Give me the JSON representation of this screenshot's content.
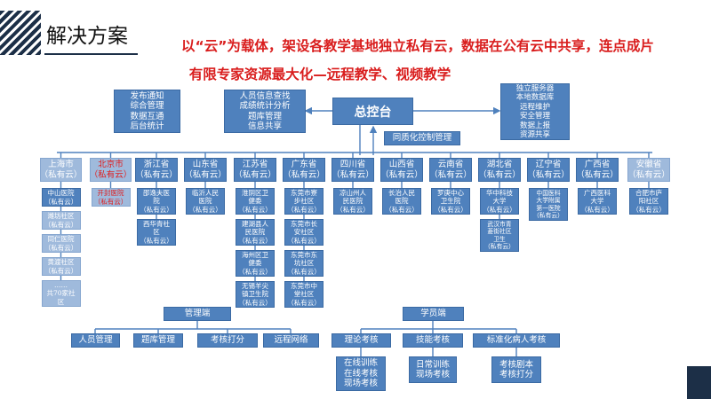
{
  "header": {
    "title": "解决方案",
    "headline_line1": "以“云”为载体，架设各教学基地独立私有云，数据在公有云中共享，连点成片",
    "headline_line2": "有限专家资源最大化—远程教学、视频教学"
  },
  "center": {
    "label": "总控台",
    "sub": "同质化控制管理"
  },
  "top_boxes": [
    {
      "lines": [
        "发布通知",
        "综合管理",
        "数据互通",
        "后台统计"
      ]
    },
    {
      "lines": [
        "人员信息查找",
        "成绩统计分析",
        "题库管理",
        "信息共享"
      ]
    },
    {
      "lines": [
        "独立服务器",
        "本地数据库",
        "远程维护",
        "安全管理",
        "数据上报",
        "资源共享"
      ]
    }
  ],
  "provinces": [
    {
      "lines": [
        "上海市",
        "（私有云）"
      ],
      "pale": true
    },
    {
      "lines": [
        "北京市",
        "（私有云）"
      ],
      "pale": true,
      "red": true
    },
    {
      "lines": [
        "浙江省",
        "（私有云）"
      ]
    },
    {
      "lines": [
        "山东省",
        "（私有云）"
      ]
    },
    {
      "lines": [
        "江苏省",
        "（私有云）"
      ]
    },
    {
      "lines": [
        "广东省",
        "（私有云）"
      ]
    },
    {
      "lines": [
        "四川省",
        "（私有云）"
      ]
    },
    {
      "lines": [
        "山西省",
        "（私有云）"
      ]
    },
    {
      "lines": [
        "云南省",
        "（私有云）"
      ]
    },
    {
      "lines": [
        "湖北省",
        "（私有云）"
      ]
    },
    {
      "lines": [
        "辽宁省",
        "（私有云）"
      ]
    },
    {
      "lines": [
        "广西省",
        "（私有云）"
      ]
    },
    {
      "lines": [
        "安徽省",
        "（私有云）"
      ],
      "pale": true
    }
  ],
  "subs": [
    {
      "col": 0,
      "boxes": [
        {
          "lines": [
            "中山医院",
            "（私有云）"
          ]
        },
        {
          "lines": [
            "潍坊社区",
            "（私有云）"
          ],
          "pale": true
        },
        {
          "lines": [
            "同仁医院",
            "（私有云）"
          ],
          "pale": true
        },
        {
          "lines": [
            "黄渡社区",
            "（私有云）"
          ],
          "pale": true
        },
        {
          "lines": [
            "……",
            "共70家社",
            "区"
          ],
          "pale": true
        }
      ]
    },
    {
      "col": 1,
      "boxes": [
        {
          "lines": [
            "开封医院",
            "（私有云）"
          ],
          "pale": true,
          "red": true
        }
      ]
    },
    {
      "col": 2,
      "boxes": [
        {
          "lines": [
            "邵逸夫医",
            "院",
            "（私有云）"
          ]
        },
        {
          "lines": [
            "西华青社",
            "区",
            "（私有云）"
          ]
        }
      ]
    },
    {
      "col": 3,
      "boxes": [
        {
          "lines": [
            "临沂人民",
            "医院",
            "（私有云）"
          ]
        }
      ]
    },
    {
      "col": 4,
      "boxes": [
        {
          "lines": [
            "淮阴区卫",
            "健委",
            "（私有云）"
          ]
        },
        {
          "lines": [
            "建湖县人",
            "民医院",
            "（私有云）"
          ]
        },
        {
          "lines": [
            "海州区卫",
            "健委",
            "（私有云）"
          ]
        },
        {
          "lines": [
            "无锡羊尖",
            "镇卫生院",
            "（私有云）"
          ]
        }
      ]
    },
    {
      "col": 5,
      "boxes": [
        {
          "lines": [
            "东莞市寮",
            "步社区",
            "（私有云）"
          ]
        },
        {
          "lines": [
            "东莞市长",
            "安社区",
            "（私有云）"
          ]
        },
        {
          "lines": [
            "东莞市东",
            "坑社区",
            "（私有云）"
          ]
        },
        {
          "lines": [
            "东莞市中",
            "堂社区",
            "（私有云）"
          ]
        }
      ]
    },
    {
      "col": 6,
      "boxes": [
        {
          "lines": [
            "凉山州人",
            "民医院",
            "（私有云）"
          ]
        }
      ]
    },
    {
      "col": 7,
      "boxes": [
        {
          "lines": [
            "长治人民",
            "医院",
            "（私有云）"
          ]
        }
      ]
    },
    {
      "col": 8,
      "boxes": [
        {
          "lines": [
            "罗庚中心",
            "卫生院",
            "（私有云）"
          ]
        }
      ]
    },
    {
      "col": 9,
      "boxes": [
        {
          "lines": [
            "华中科技",
            "大学",
            "（私有云）"
          ]
        },
        {
          "lines": [
            "武汉市青",
            "菱街社区",
            "卫生",
            "（私有云）"
          ]
        }
      ]
    },
    {
      "col": 10,
      "boxes": [
        {
          "lines": [
            "中国医科",
            "大学附属",
            "第一医院",
            "（私有云）"
          ]
        }
      ]
    },
    {
      "col": 11,
      "boxes": [
        {
          "lines": [
            "广西医科",
            "大学",
            "（私有云）"
          ]
        }
      ]
    },
    {
      "col": 12,
      "boxes": [
        {
          "lines": [
            "合肥市庐",
            "阳社区",
            "（私有云）"
          ]
        }
      ]
    }
  ],
  "admin": {
    "label": "管理端",
    "items": [
      "人员管理",
      "题库管理",
      "考核打分",
      "远程网络"
    ]
  },
  "student": {
    "label": "学员端",
    "items": [
      "理论考核",
      "技能考核",
      "标准化病人考核"
    ],
    "details": [
      [
        "在线训练",
        "在线考核",
        "现场考核"
      ],
      [
        "日常训练",
        "现场考核"
      ],
      [
        "考核剧本",
        "考核打分"
      ]
    ]
  }
}
